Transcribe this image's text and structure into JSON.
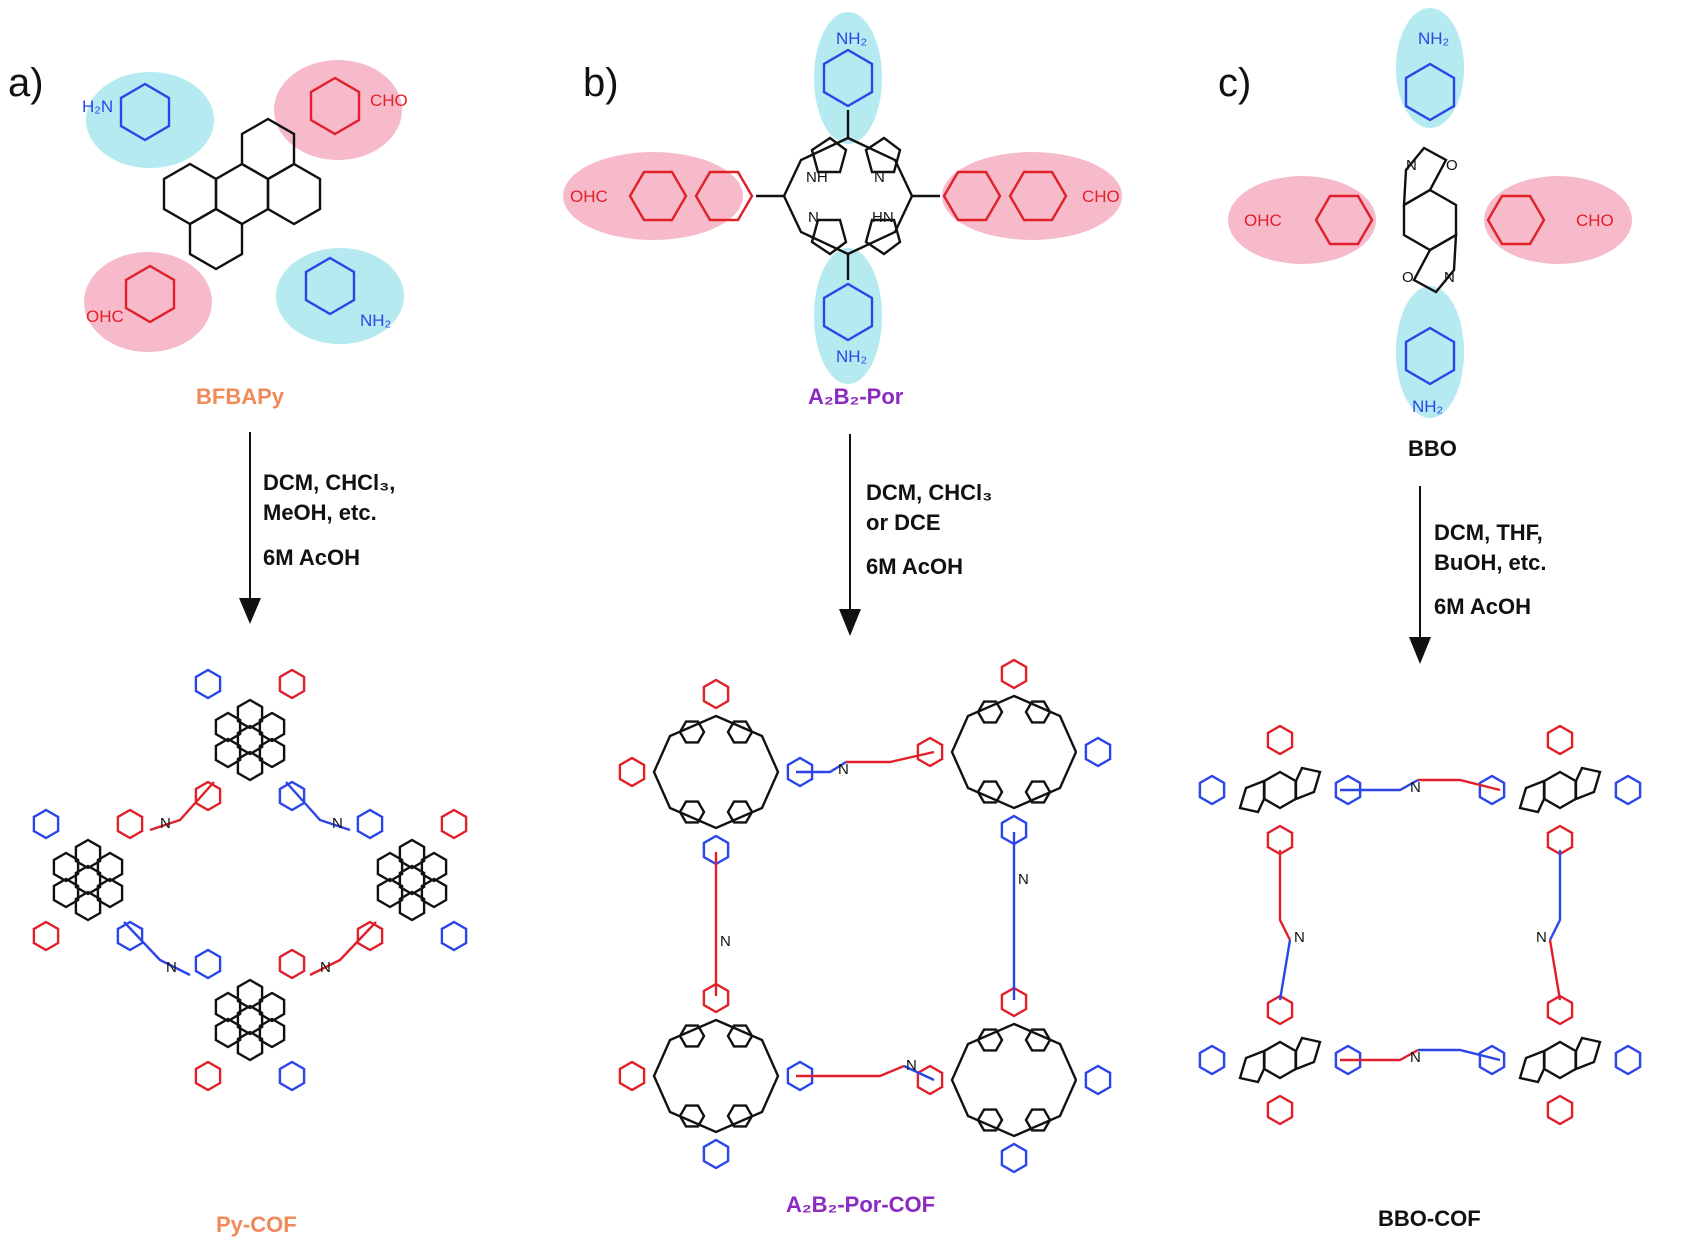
{
  "panels": [
    {
      "label": "a)",
      "monomer_name": "BFBAPy",
      "monomer_name_color": "#f08a5a",
      "conditions": [
        "DCM, CHCl₃,",
        "MeOH, etc.",
        "6M AcOH"
      ],
      "product_name": "Py-COF",
      "product_name_color": "#f08a5a",
      "amine_groups": [
        "H₂N",
        "NH₂"
      ],
      "aldehyde_groups": [
        "CHO",
        "OHC"
      ]
    },
    {
      "label": "b)",
      "monomer_name": "A₂B₂-Por",
      "monomer_name_color": "#8a2ac0",
      "conditions": [
        "DCM, CHCl₃",
        "or DCE",
        "6M AcOH"
      ],
      "product_name": "A₂B₂-Por-COF",
      "product_name_color": "#8a2ac0",
      "amine_groups": [
        "NH₂",
        "NH₂"
      ],
      "aldehyde_groups": [
        "OHC",
        "CHO"
      ],
      "core_atoms": [
        "NH",
        "N",
        "N",
        "HN"
      ]
    },
    {
      "label": "c)",
      "monomer_name": "BBO",
      "monomer_name_color": "#111111",
      "conditions": [
        "DCM, THF,",
        "BuOH, etc.",
        "6M AcOH"
      ],
      "product_name": "BBO-COF",
      "product_name_color": "#111111",
      "amine_groups": [
        "NH₂",
        "NH₂"
      ],
      "aldehyde_groups": [
        "OHC",
        "CHO"
      ],
      "core_atoms": [
        "N",
        "O",
        "O",
        "N"
      ]
    }
  ],
  "link_atom": "N",
  "colors": {
    "amine": "#2a46e8",
    "aldehyde": "#e0202a",
    "core": "#111111",
    "amine_halo": "#a8e6ee",
    "aldehyde_halo": "#f3a3b8"
  }
}
